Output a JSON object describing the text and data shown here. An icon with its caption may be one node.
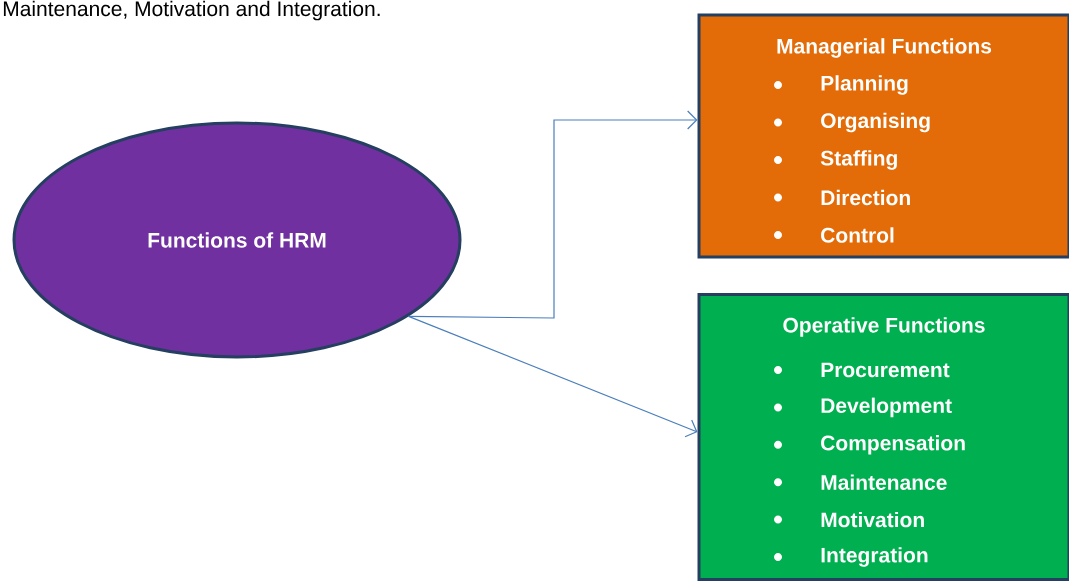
{
  "diagram": {
    "nodes": [
      {
        "text": [
          "Functions of HRM"
        ]
      },
      {
        "text": [
          "Managerial Functions",
          "Planning",
          "Organising",
          "Staffing",
          "Direction",
          "Control"
        ]
      },
      {
        "text": [
          "Operative Functions",
          "Procurement",
          "Development",
          "Compensation",
          "Maintenance",
          "Motivation",
          "Integration"
        ]
      }
    ],
    "edges": [
      {
        "from": 0,
        "to": 1,
        "arrow": "to"
      },
      {
        "from": 0,
        "to": 2,
        "arrow": "to"
      }
    ],
    "labels": [
      "Maintenance, Motivation and Integration."
    ]
  }
}
